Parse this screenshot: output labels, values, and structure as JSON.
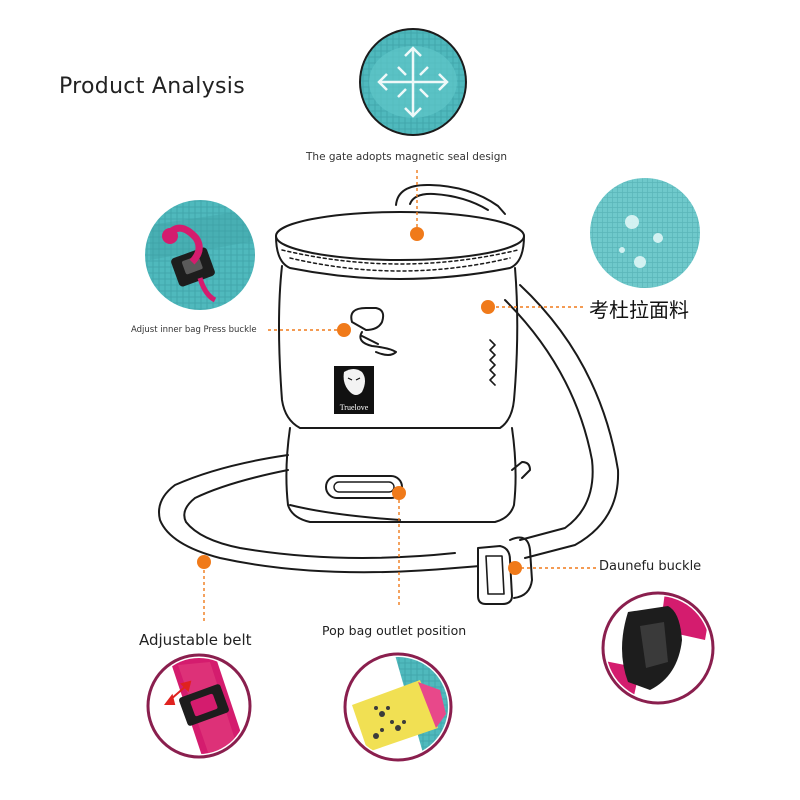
{
  "title": "Product Analysis",
  "brand": "Truelove",
  "callouts": {
    "gate": "The gate adopts magnetic seal design",
    "inner_buckle": "Adjust inner bag Press buckle",
    "fabric": "考杜拉面料",
    "dauneufu": "Daunefu buckle",
    "belt": "Adjustable belt",
    "pop_bag": "Pop bag outlet position"
  },
  "colors": {
    "accent_dot": "#f07a1a",
    "teal_fabric": "#4fb9bd",
    "pink_strap": "#d41c6e",
    "ring_border": "#8a1f4e",
    "line_art": "#1a1a1a"
  },
  "icons": {
    "magnet": "magnetic-closure-icon",
    "arrows": "adjust-arrows-icon"
  }
}
